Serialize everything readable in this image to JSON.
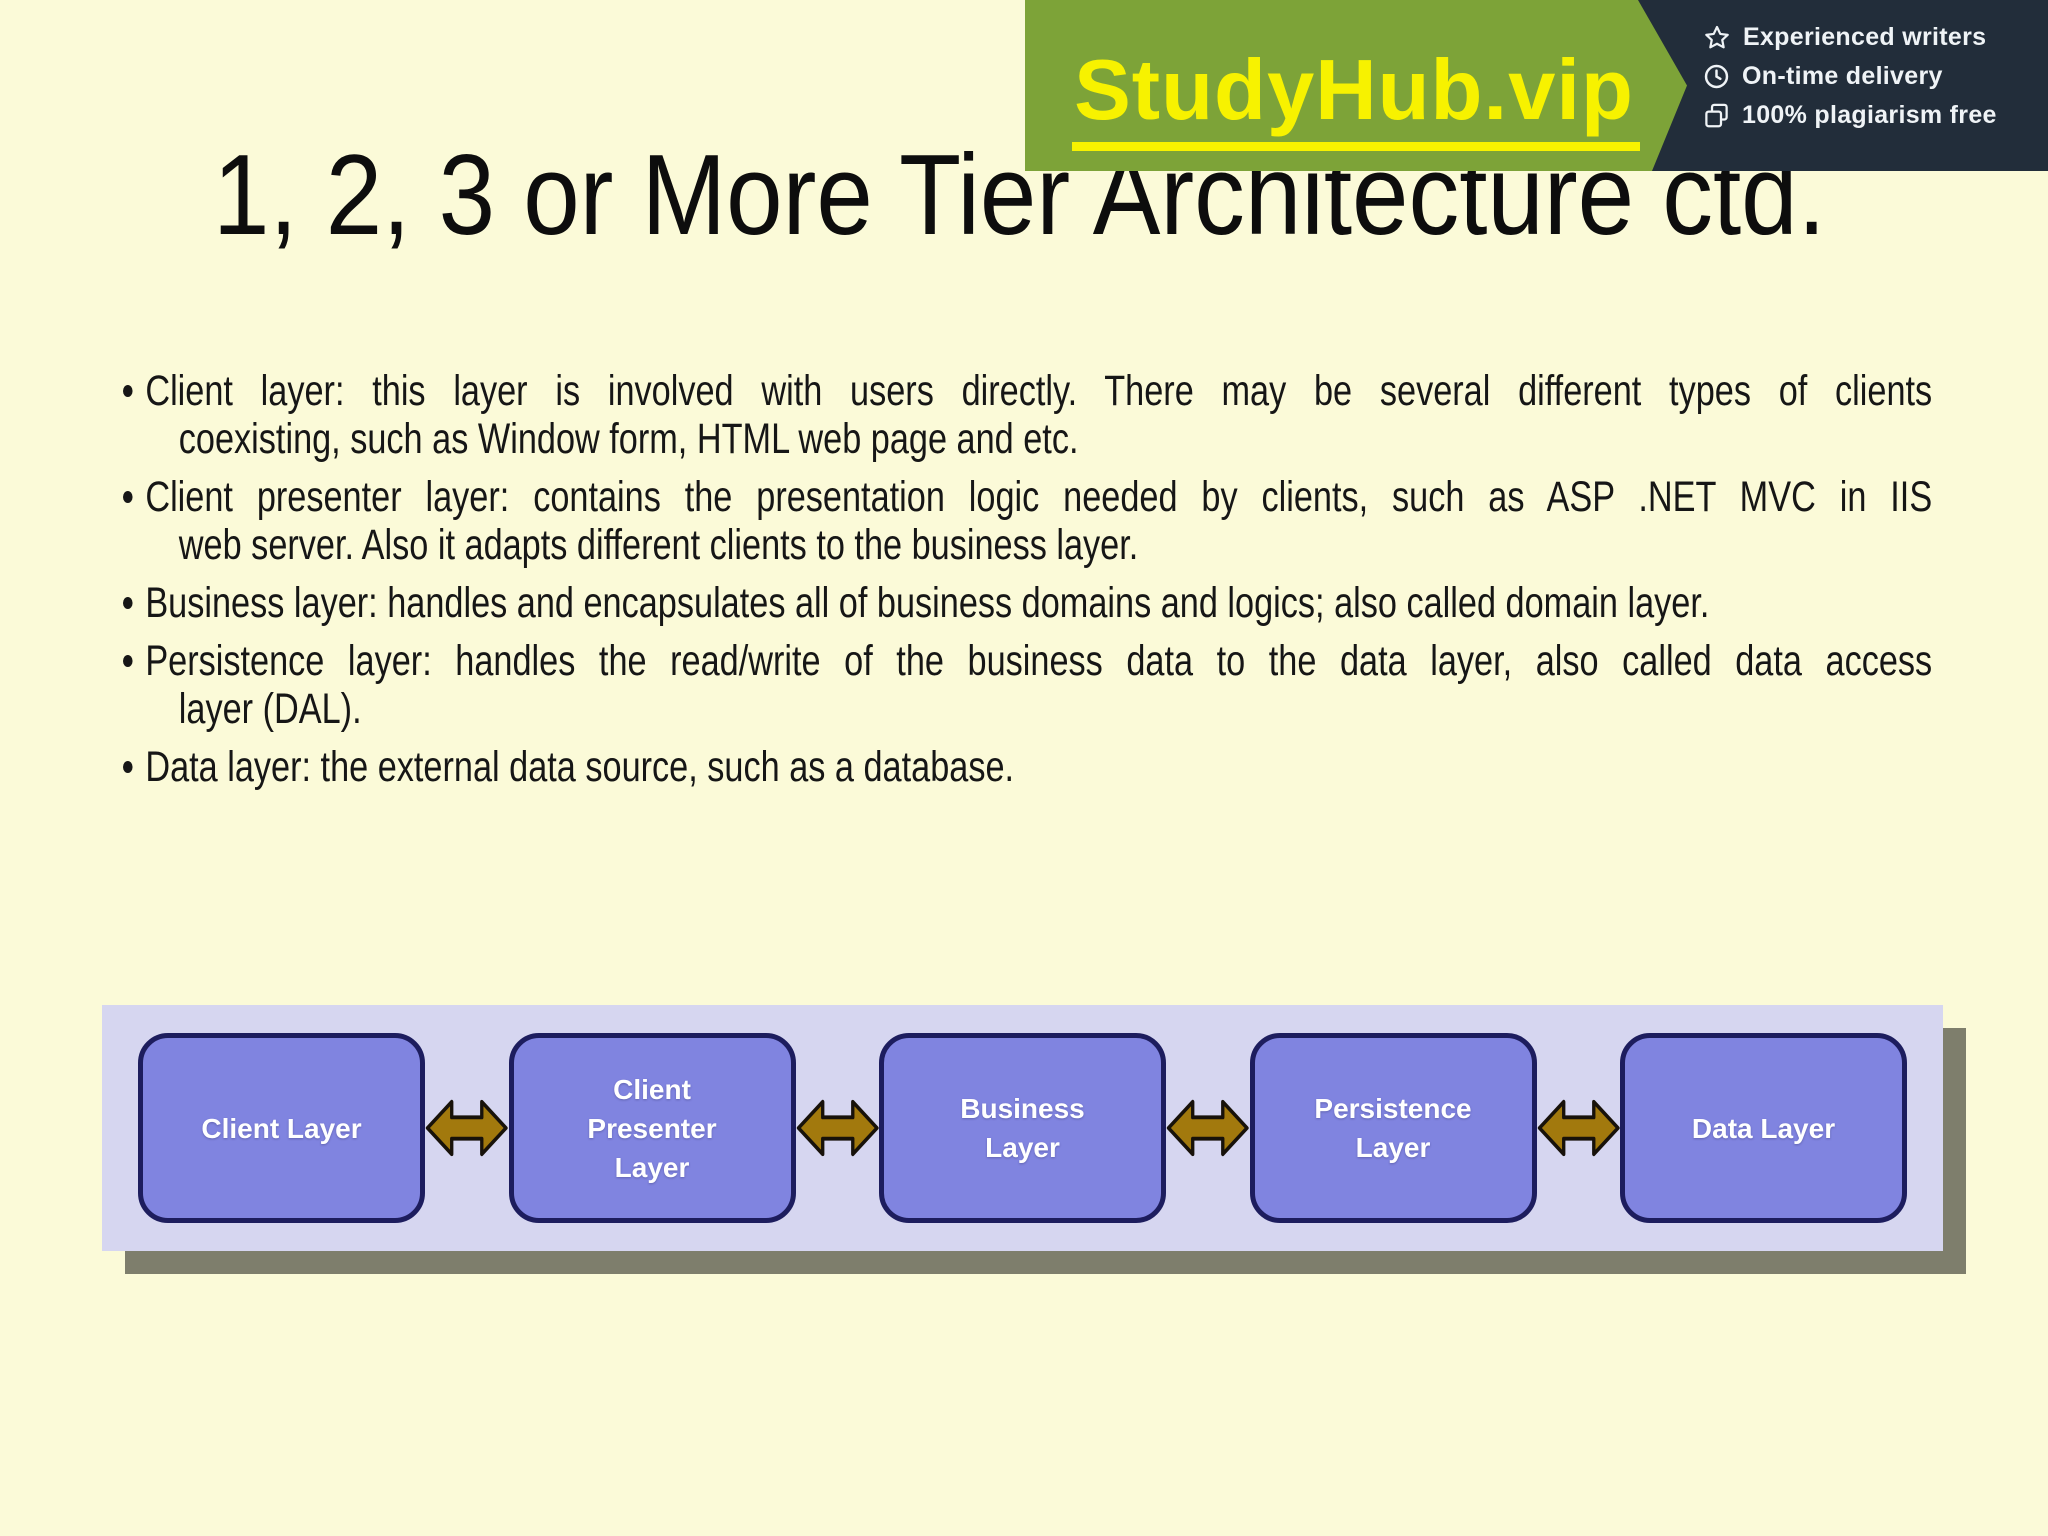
{
  "page": {
    "background": "#FBFAD8"
  },
  "banner": {
    "brand": "StudyHub.vip",
    "brand_color": "#F7F200",
    "green_bg": "#7DA338",
    "navy_bg": "#222D3A",
    "features": [
      {
        "icon": "star-icon",
        "label": "Experienced writers"
      },
      {
        "icon": "clock-icon",
        "label": "On-time delivery"
      },
      {
        "icon": "copy-icon",
        "label": "100% plagiarism free"
      }
    ]
  },
  "title": "1, 2, 3 or More Tier Architecture ctd.",
  "bullets": [
    {
      "lines": [
        "Client layer: this layer is involved with users directly. There may be several different types of clients",
        "coexisting, such as Window form, HTML web page and etc."
      ]
    },
    {
      "lines": [
        "Client presenter layer: contains the presentation logic needed by clients, such as ASP .NET MVC in IIS",
        "web server. Also it adapts different clients to the business layer."
      ]
    },
    {
      "lines": [
        "Business layer: handles and encapsulates all of business domains and logics; also called domain layer."
      ]
    },
    {
      "lines": [
        "Persistence layer: handles the read/write of the business data to the data layer, also called data access",
        "layer (DAL)."
      ]
    },
    {
      "lines": [
        "Data layer: the external data source, such as a database."
      ]
    }
  ],
  "diagram": {
    "panel_bg": "#D6D6F0",
    "box_bg": "#8084E0",
    "box_border": "#1D1D5E",
    "arrow_color": "#A2790D",
    "shadow_color": "#7E7E6C",
    "boxes": [
      {
        "label": "Client Layer"
      },
      {
        "label": "Client\nPresenter\nLayer"
      },
      {
        "label": "Business\nLayer"
      },
      {
        "label": "Persistence\nLayer"
      },
      {
        "label": "Data Layer"
      }
    ]
  }
}
